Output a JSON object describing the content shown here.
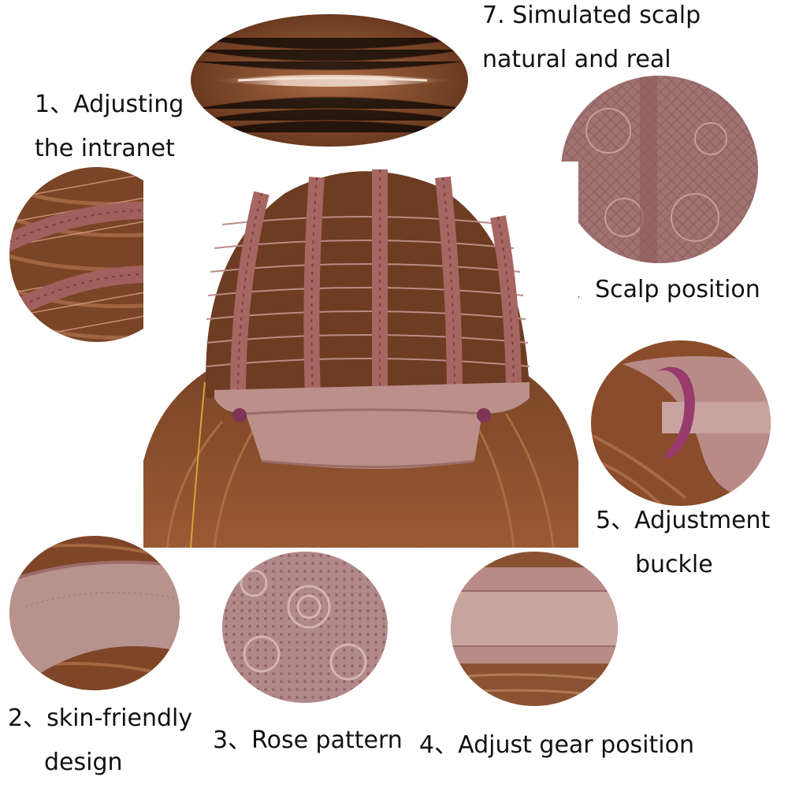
{
  "labels": {
    "l7_line1": "7. Simulated scalp",
    "l7_line2": "natural and real",
    "l1_line1": "1、Adjusting",
    "l1_line2": "the intranet",
    "l6": "6、Scalp position",
    "l5_line1": "5、Adjustment",
    "l5_line2": "buckle",
    "l2_line1": "2、skin-friendly",
    "l2_line2": "design",
    "l3": "3、Rose pattern",
    "l4": "4、Adjust gear position"
  },
  "colors": {
    "hair_brown": "#8a4f2c",
    "hair_dark": "#5e3018",
    "lace_mauve": "#a0706f",
    "band_pink": "#b98b88",
    "scalp_light": "#c9a89a"
  }
}
